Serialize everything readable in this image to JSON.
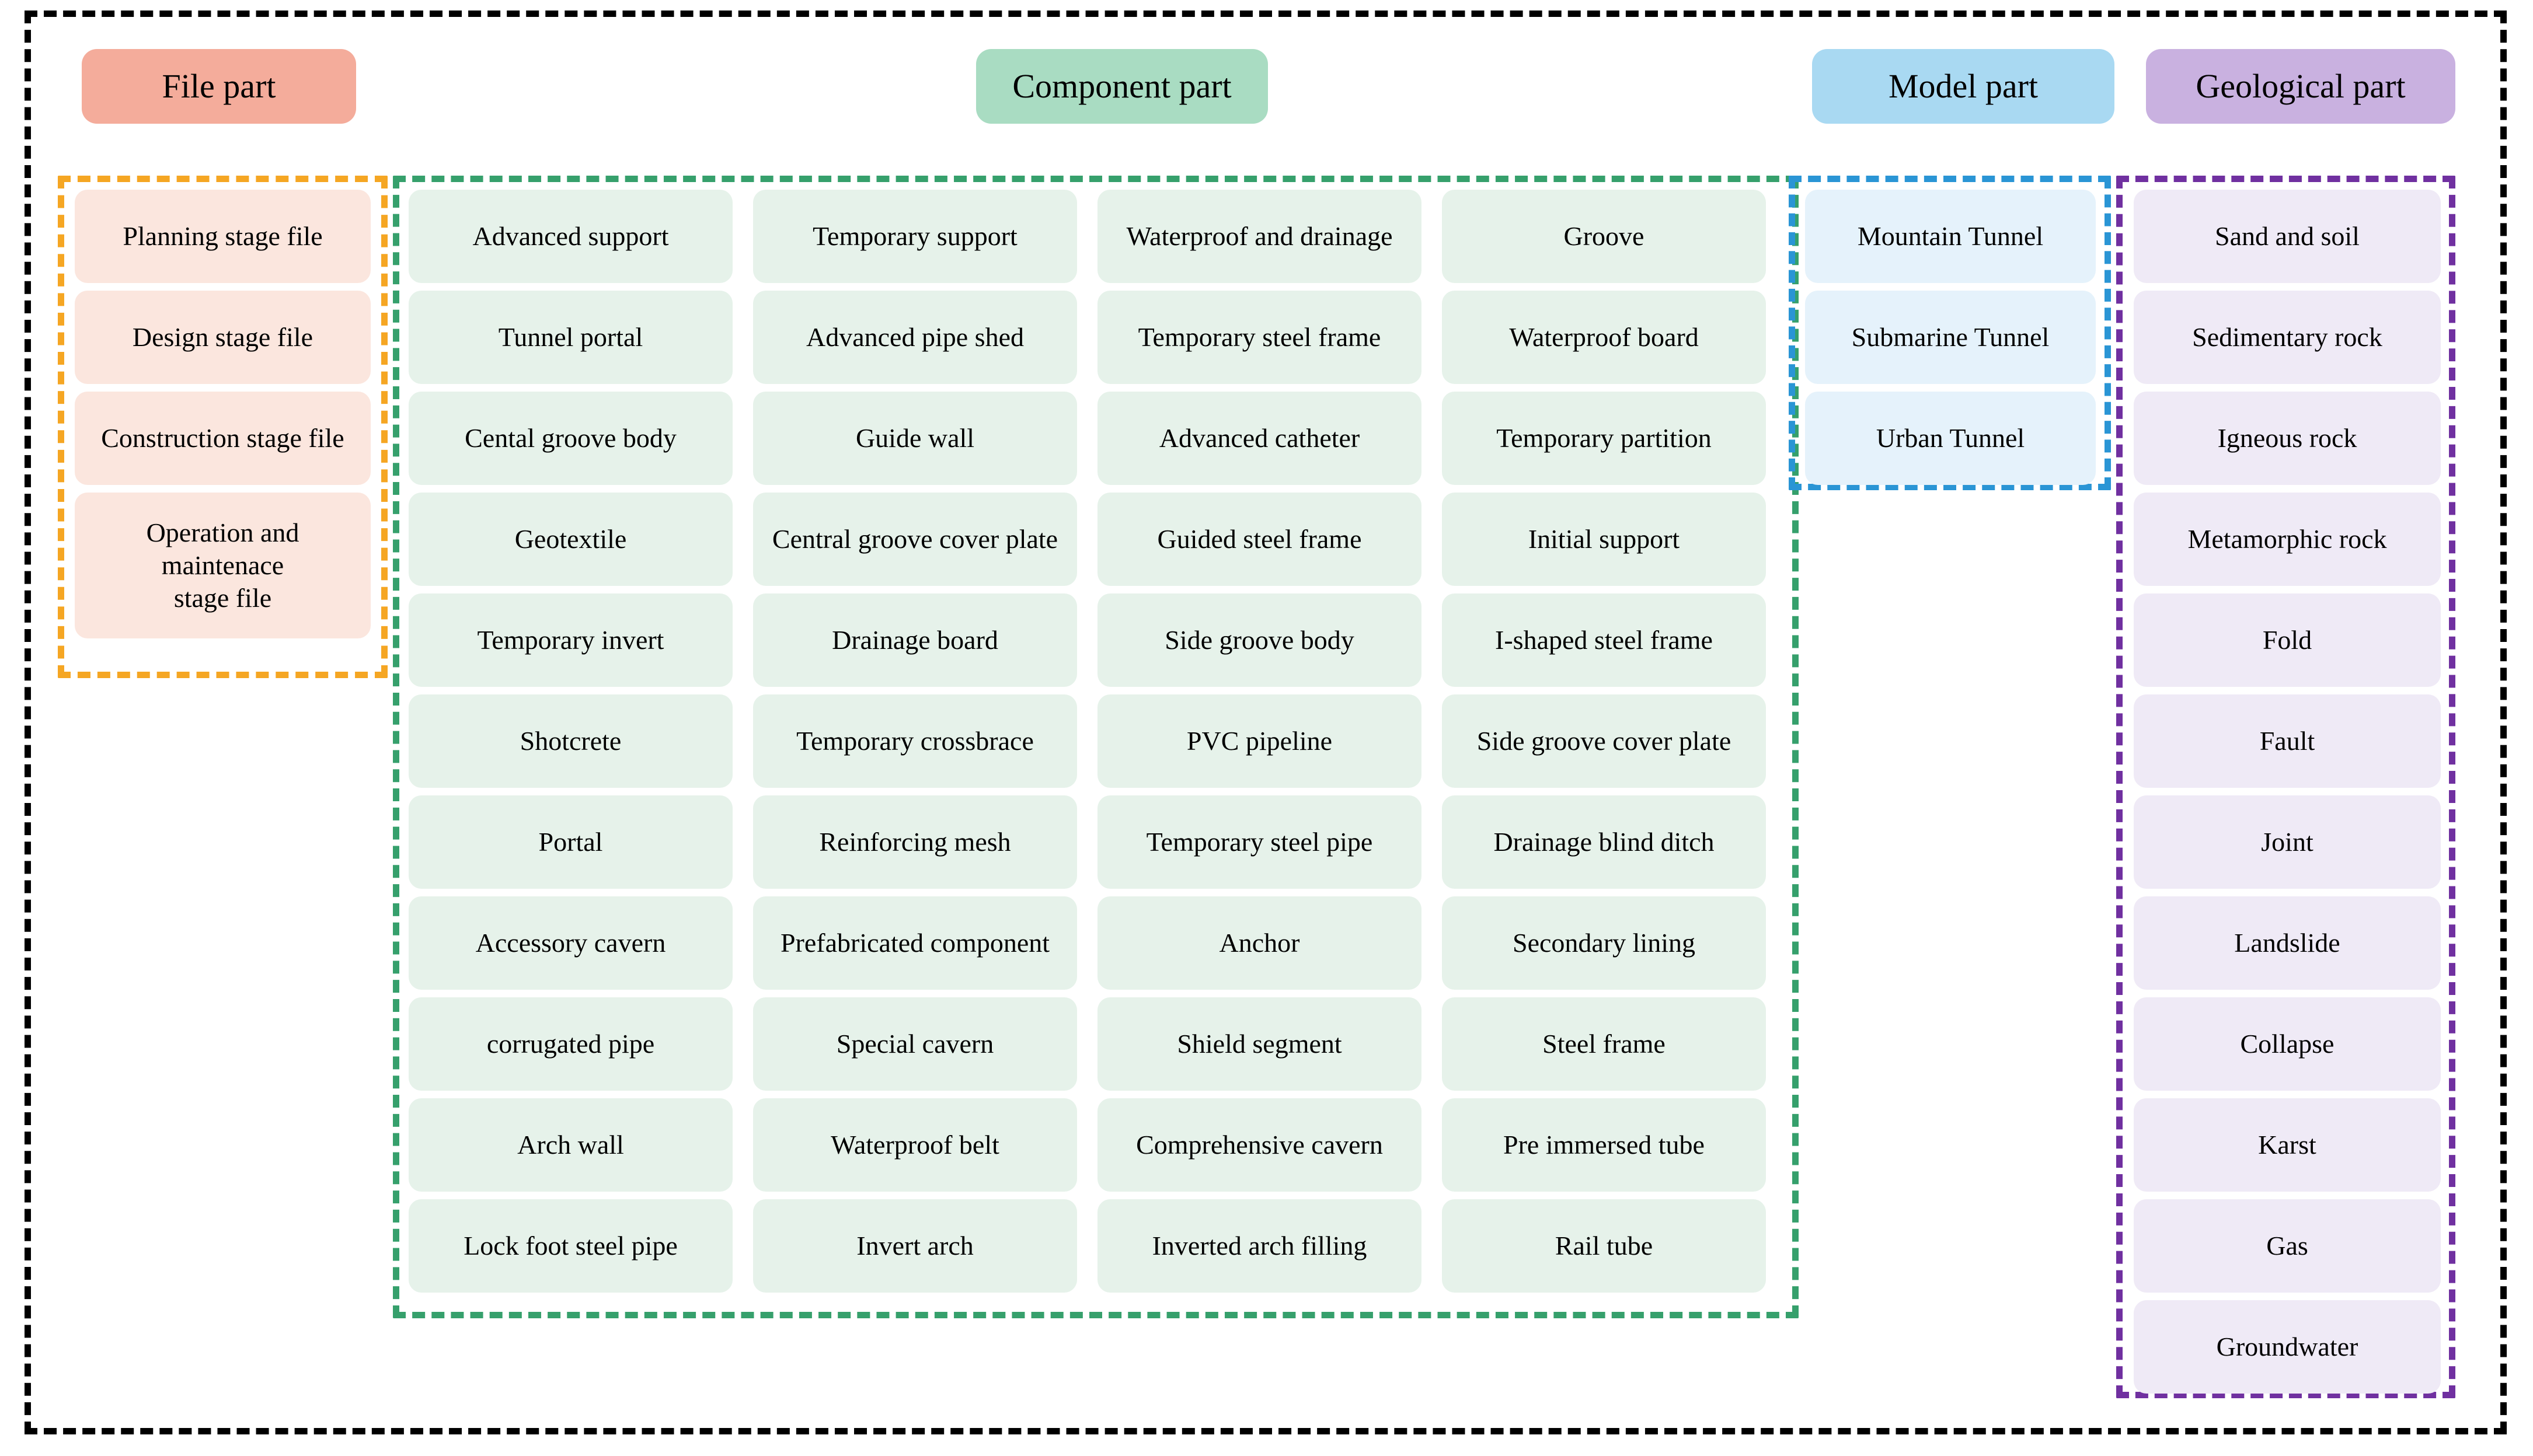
{
  "sections": {
    "file": {
      "header": "File part",
      "header_color": "#F4AC9B",
      "box_color": "#FBE6DE",
      "dash_color": "#F5A623",
      "items": [
        "Planning stage file",
        "Design stage file",
        "Construction stage file",
        "Operation and\nmaintenace\nstage file"
      ]
    },
    "component": {
      "header": "Component part",
      "header_color": "#A9DCC2",
      "box_color": "#E6F2EA",
      "dash_color": "#36A06C",
      "columns": [
        [
          "Advanced support",
          "Tunnel portal",
          "Cental groove body",
          "Geotextile",
          "Temporary invert",
          "Shotcrete",
          "Portal",
          "Accessory cavern",
          "corrugated pipe",
          "Arch wall",
          "Lock foot steel pipe"
        ],
        [
          "Temporary support",
          "Advanced pipe shed",
          "Guide wall",
          "Central groove cover plate",
          "Drainage board",
          "Temporary crossbrace",
          "Reinforcing mesh",
          "Prefabricated component",
          "Special cavern",
          "Waterproof belt",
          "Invert arch"
        ],
        [
          "Waterproof and drainage",
          "Temporary steel frame",
          "Advanced catheter",
          "Guided steel frame",
          "Side groove body",
          "PVC pipeline",
          "Temporary steel pipe",
          "Anchor",
          "Shield segment",
          "Comprehensive cavern",
          "Inverted arch filling"
        ],
        [
          "Groove",
          "Waterproof board",
          "Temporary partition",
          "Initial support",
          "I-shaped steel frame",
          "Side groove cover plate",
          "Drainage blind ditch",
          "Secondary lining",
          "Steel frame",
          "Pre immersed tube",
          "Rail tube"
        ]
      ]
    },
    "model": {
      "header": "Model part",
      "header_color": "#A9D9F2",
      "box_color": "#E5F2FB",
      "dash_color": "#2A95D5",
      "items": [
        "Mountain Tunnel",
        "Submarine Tunnel",
        "Urban Tunnel"
      ]
    },
    "geological": {
      "header": "Geological part",
      "header_color": "#C9B1E0",
      "box_color": "#EFEAF6",
      "dash_color": "#7030A0",
      "items": [
        "Sand and soil",
        "Sedimentary rock",
        "Igneous rock",
        "Metamorphic rock",
        "Fold",
        "Fault",
        "Joint",
        "Landslide",
        "Collapse",
        "Karst",
        "Gas",
        "Groundwater"
      ]
    }
  },
  "outer_frame_color": "#000000"
}
